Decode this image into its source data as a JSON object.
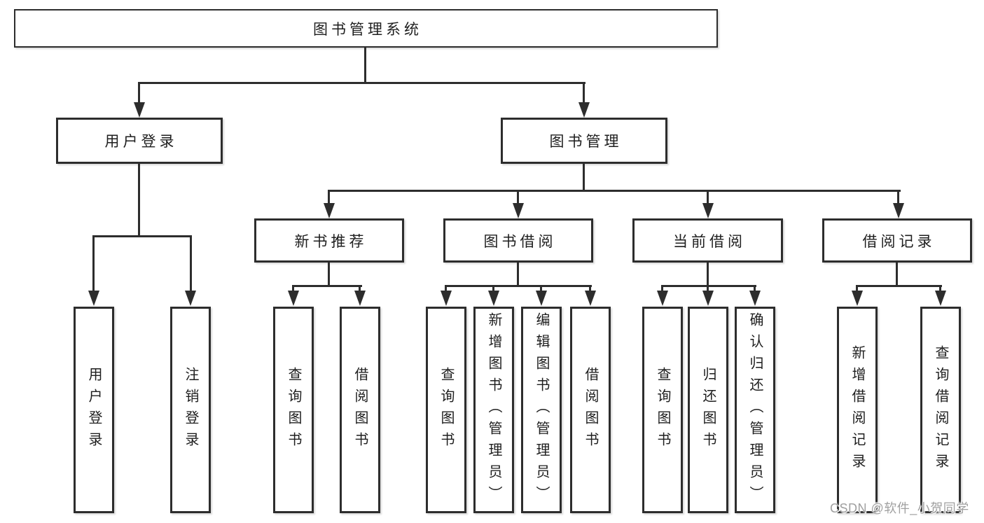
{
  "tree": {
    "root": {
      "label": "图书管理系统"
    },
    "branches": [
      {
        "label": "用户登录",
        "children": [
          {
            "label": "用户登录"
          },
          {
            "label": "注销登录"
          }
        ]
      },
      {
        "label": "图书管理",
        "children": [
          {
            "label": "新书推荐",
            "children": [
              {
                "label": "查询图书"
              },
              {
                "label": "借阅图书"
              }
            ]
          },
          {
            "label": "图书借阅",
            "children": [
              {
                "label": "查询图书"
              },
              {
                "label": "新增图书（管理员）"
              },
              {
                "label": "编辑图书（管理员）"
              },
              {
                "label": "借阅图书"
              }
            ]
          },
          {
            "label": "当前借阅",
            "children": [
              {
                "label": "查询图书"
              },
              {
                "label": "归还图书"
              },
              {
                "label": "确认归还（管理员）"
              }
            ]
          },
          {
            "label": "借阅记录",
            "children": [
              {
                "label": "新增借阅记录"
              },
              {
                "label": "查询借阅记录"
              }
            ]
          }
        ]
      }
    ]
  },
  "watermark": "CSDN @软件_小贺同学",
  "colors": {
    "line": "#2d2d2d",
    "text": "#1e1e1e",
    "background": "#ffffff",
    "box_bg": "#ffffff",
    "watermark": "#a0a0a0"
  }
}
